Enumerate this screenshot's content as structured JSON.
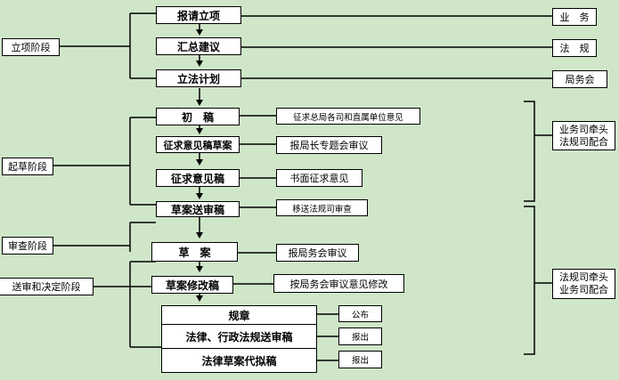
{
  "stages": {
    "project": "立项阶段",
    "draft": "起草阶段",
    "review": "审查阶段",
    "submit": "送审和决定阶段"
  },
  "main": {
    "apply": "报请立项",
    "summary": "汇总建议",
    "plan": "立法计划",
    "first_draft": "初　稿",
    "consult_draft": "征求意见稿草案",
    "consult": "征求意见稿",
    "review_draft": "草案送审稿",
    "draft": "草　案",
    "revised": "草案修改稿",
    "rule": "规章",
    "law_reg": "法律、行政法规送审稿",
    "law_proxy": "法律草案代拟稿"
  },
  "side": {
    "business": "业　务",
    "legal": "法　规",
    "bureau": "局务会",
    "solicit_all": "征求总局各司和直属单位意见",
    "chief_meeting": "报局长专题会审议",
    "written": "书面征求意见",
    "transfer": "移送法规司审查",
    "bureau_review": "报局务会审议",
    "modify": "按局务会审议意见修改",
    "publish": "公布",
    "report1": "报出",
    "report2": "报出"
  },
  "lead": {
    "business": [
      "业务司牵头",
      "法规司配合"
    ],
    "legal": [
      "法规司牵头",
      "业务司配合"
    ]
  }
}
